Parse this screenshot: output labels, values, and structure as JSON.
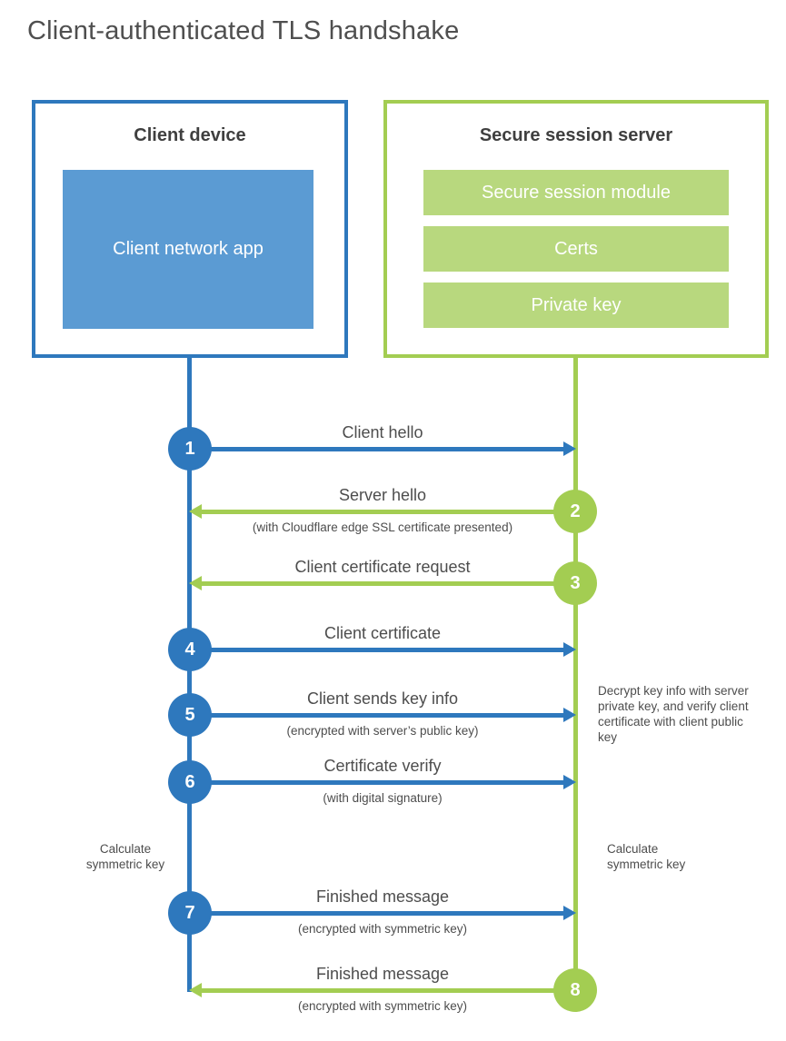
{
  "title": "Client-authenticated TLS handshake",
  "colors": {
    "blue": "#2e78bd",
    "blue_fill": "#5b9bd3",
    "green": "#a3cd52",
    "green_fill": "#b8d87e",
    "text": "#4d4d4d"
  },
  "client_box": {
    "title": "Client device",
    "app_label": "Client network app"
  },
  "server_box": {
    "title": "Secure session server",
    "modules": [
      {
        "label": "Secure session module"
      },
      {
        "label": "Certs"
      },
      {
        "label": "Private key"
      }
    ]
  },
  "steps": [
    {
      "num": "1",
      "from": "client",
      "direction": "right",
      "label": "Client hello"
    },
    {
      "num": "2",
      "from": "server",
      "direction": "left",
      "label": "Server hello",
      "sub": "(with Cloudflare edge SSL certificate presented)"
    },
    {
      "num": "3",
      "from": "server",
      "direction": "left",
      "label": "Client certificate request"
    },
    {
      "num": "4",
      "from": "client",
      "direction": "right",
      "label": "Client certificate"
    },
    {
      "num": "5",
      "from": "client",
      "direction": "right",
      "label": "Client sends key info",
      "sub": "(encrypted with server’s public key)"
    },
    {
      "num": "6",
      "from": "client",
      "direction": "right",
      "label": "Certificate verify",
      "sub": "(with digital signature)"
    },
    {
      "num": "7",
      "from": "client",
      "direction": "right",
      "label": "Finished message",
      "sub": "(encrypted with symmetric key)"
    },
    {
      "num": "8",
      "from": "server",
      "direction": "left",
      "label": "Finished message",
      "sub": "(encrypted with symmetric key)"
    }
  ],
  "annotations": {
    "decrypt_note": "Decrypt key info with server private key, and verify client certificate with client public key",
    "calculate_left": "Calculate symmetric key",
    "calculate_right": "Calculate symmetric key"
  }
}
